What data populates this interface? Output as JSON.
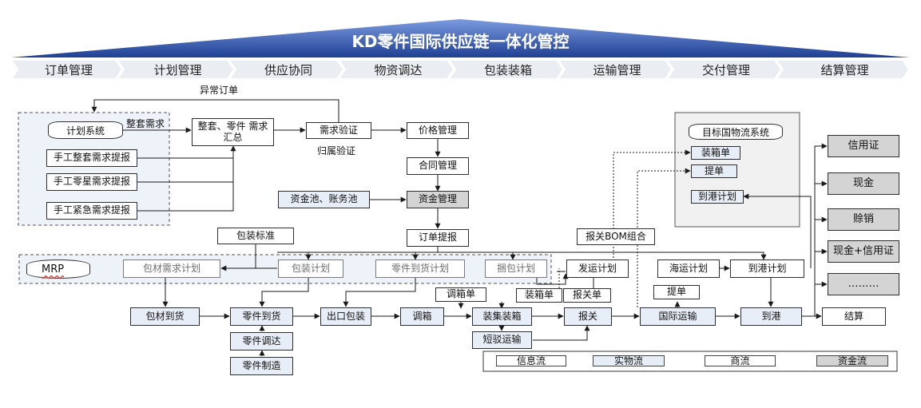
{
  "title": "KD零件国际供应链一体化管控",
  "phases": [
    "订单管理",
    "计划管理",
    "供应协同",
    "物资调达",
    "包装装箱",
    "运输管理",
    "交付管理",
    "结算管理"
  ],
  "labels": {
    "abnormal_order": "异常订单",
    "complete_demand": "整套需求",
    "attribution_verify": "归属验证"
  },
  "systems": {
    "plan_system": "计划系统",
    "target_logistics": "目标国物流系统",
    "mrp": "MRP"
  },
  "nodes": {
    "manual_complete": "手工整套需求提报",
    "manual_single": "手工零星需求提报",
    "manual_urgent": "手工紧急需求提报",
    "demand_summary": "整套、零件 需求汇总",
    "demand_verify": "需求验证",
    "price_mgmt": "价格管理",
    "contract_mgmt": "合同管理",
    "fund_pool": "资金池、账务池",
    "fund_mgmt": "资金管理",
    "order_submit": "订单提报",
    "pack_standard": "包装标准",
    "bom_combo": "报关BOM组合",
    "pack_material_plan": "包材需求计划",
    "pack_plan": "包装计划",
    "part_arrival_plan": "零件到货计划",
    "bundle_plan": "捆包计划",
    "ship_plan": "发运计划",
    "sea_plan": "海运计划",
    "port_plan_main": "到港计划",
    "packing_list_t": "装箱单",
    "bill_of_lading_t": "提单",
    "port_plan_t": "到港计划",
    "transfer_order": "调箱单",
    "packing_list": "装箱单",
    "customs_form": "报关单",
    "bill_of_lading": "提单",
    "pack_material_arrival": "包材到货",
    "part_arrival": "零件到货",
    "part_dispatch": "零件调达",
    "part_manufacture": "零件制造",
    "export_pack": "出口包装",
    "transfer_box": "调箱",
    "assemble_box": "装集装箱",
    "short_transport": "短驳运输",
    "customs": "报关",
    "intl_transport": "国际运输",
    "arrival": "到港",
    "settlement": "结算"
  },
  "settlement_methods": [
    "信用证",
    "现金",
    "赊销",
    "现金+信用证",
    "………"
  ],
  "legend": [
    "信息流",
    "实物流",
    "商流",
    "资金流"
  ],
  "colors": {
    "banner_dark": "#1f3f94",
    "banner_light": "#5f84d6",
    "physical_fill": "#e8eef7",
    "fund_fill": "#d4d4d4",
    "group_fill": "#eef3fa",
    "phase_bar": "#eaedf2"
  }
}
